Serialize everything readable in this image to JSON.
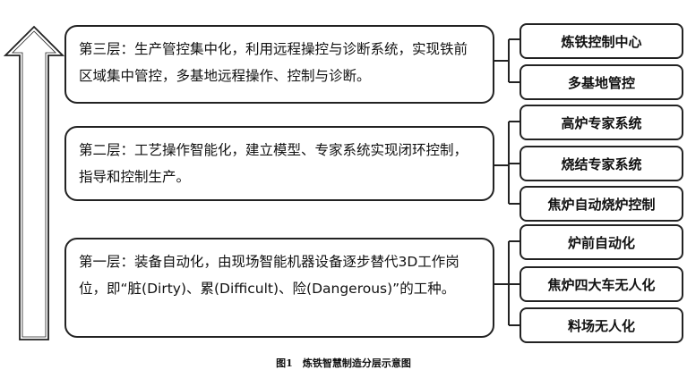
{
  "layers": [
    {
      "text": "第三层：生产管控集中化，利用远程操控与诊断系统，实现铁前区域集中管控，多基地远程操作、控制与诊断。",
      "items": [
        "炼铁控制中心",
        "多基地管控"
      ]
    },
    {
      "text": "第二层：工艺操作智能化，建立模型、专家系统实现闭环控制，指导和控制生产。",
      "items": [
        "高炉专家系统",
        "烧结专家系统",
        "焦炉自动烧炉控制"
      ]
    },
    {
      "text": "第一层：装备自动化，由现场智能机器设备逐步替代3D工作岗位，即“脏(Dirty)、累(Difficult)、险(Dangerous)”的工种。",
      "items": [
        "炉前自动化",
        "焦炉四大车无人化",
        "料场无人化"
      ]
    }
  ],
  "caption": "图1　炼铁智慧制造分层示意图"
}
